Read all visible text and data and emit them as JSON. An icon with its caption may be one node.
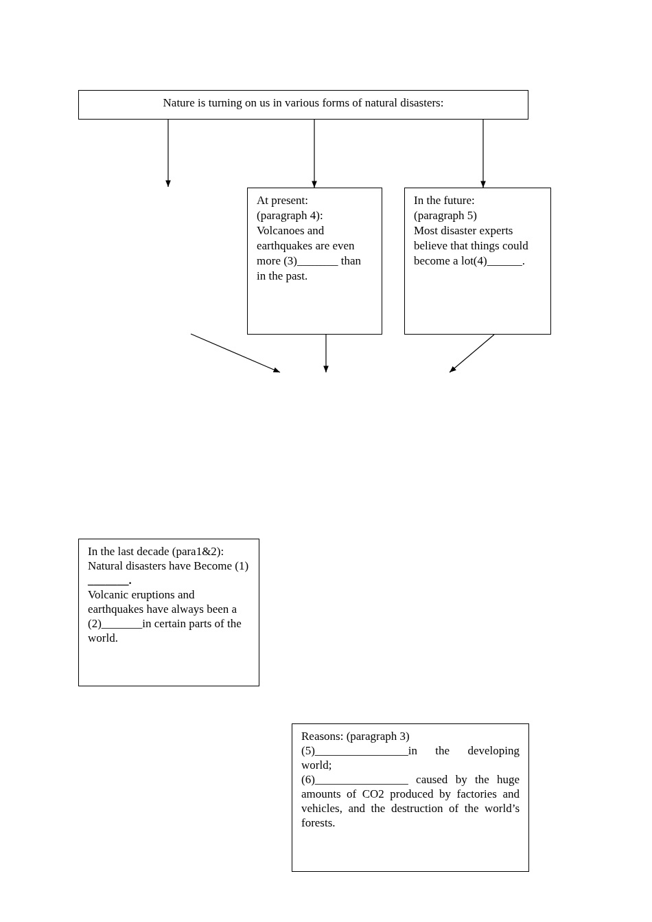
{
  "diagram": {
    "nodes": [
      {
        "text": [
          "Nature is turning on us in various forms of natural disasters:"
        ]
      },
      {
        "text": [
          "At present:",
          "(paragraph 4):",
          "Volcanoes and earthquakes are even more (3)_______ than in the past."
        ]
      },
      {
        "text": [
          "In the future:",
          "(paragraph 5)",
          "Most disaster experts believe that things could become a lot(4)______."
        ]
      },
      {
        "text": [
          "In the last decade (para1&2):",
          "Natural disasters have Become (1) **_______.**",
          "Volcanic eruptions and earthquakes have always been a (2)_______in certain parts of the world."
        ]
      },
      {
        "text": [
          "Reasons: (paragraph 3)",
          "(5)________________in the developing world;",
          "(6)________________ caused by the huge amounts of CO2 produced by factories and vehicles, and the destruction of the world’s forests."
        ]
      }
    ],
    "edges": [
      {
        "from": 0,
        "to": null,
        "arrow": "to"
      },
      {
        "from": 0,
        "to": 1,
        "arrow": "to"
      },
      {
        "from": 0,
        "to": 2,
        "arrow": "to"
      },
      {
        "from": 1,
        "to": null,
        "arrow": "to"
      },
      {
        "from": 2,
        "to": null,
        "arrow": "to"
      }
    ]
  }
}
